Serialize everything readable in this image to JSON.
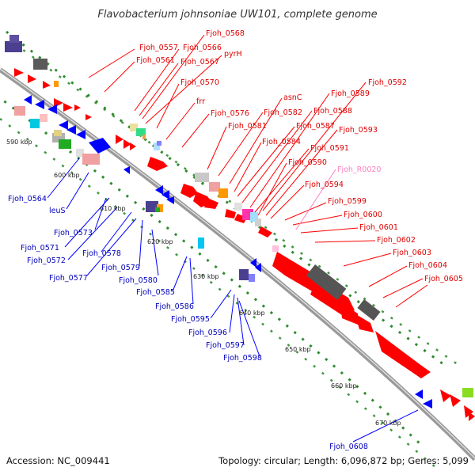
{
  "title": "Flavobacterium johnsoniae UW101, complete genome",
  "footer": {
    "accession": "Accession: NC_009441",
    "summary": "Topology: circular; Length: 6,096,872 bp; Genes: 5,099"
  },
  "kbp_marks": [
    "590 kbp",
    "600 kbp",
    "610 kbp",
    "620 kbp",
    "630 kbp",
    "640 kbp",
    "650 kbp",
    "660 kbp",
    "670 kbp"
  ],
  "labels_top_strand": [
    "Fjoh_0557",
    "Fjoh_0561",
    "Fjoh_0566",
    "Fjoh_0567",
    "Fjoh_0568",
    "pyrH",
    "Fjoh_0570",
    "frr",
    "Fjoh_0576",
    "Fjoh_0581",
    "Fjoh_0582",
    "asnC",
    "Fjoh_0584",
    "Fjoh_0587",
    "Fjoh_0588",
    "Fjoh_0589",
    "Fjoh_0592",
    "Fjoh_0591",
    "Fjoh_0593",
    "Fjoh_0590",
    "Fjoh_R0020",
    "Fjoh_0594",
    "Fjoh_0599",
    "Fjoh_0600",
    "Fjoh_0601",
    "Fjoh_0602",
    "Fjoh_0603",
    "Fjoh_0604",
    "Fjoh_0605"
  ],
  "labels_bottom_strand": [
    "Fjoh_0564",
    "leuS",
    "Fjoh_0573",
    "Fjoh_0571",
    "Fjoh_0572",
    "Fjoh_0578",
    "Fjoh_0577",
    "Fjoh_0579",
    "Fjoh_0580",
    "Fjoh_0585",
    "Fjoh_0586",
    "Fjoh_0595",
    "Fjoh_0596",
    "Fjoh_0597",
    "Fjoh_0598",
    "Fjoh_0608"
  ],
  "colors": {
    "forward": "#ff0000",
    "reverse": "#0000ff",
    "rna": "#ff80c0",
    "backbone": "#888888",
    "kbp_tick": "#2e8b2e"
  }
}
